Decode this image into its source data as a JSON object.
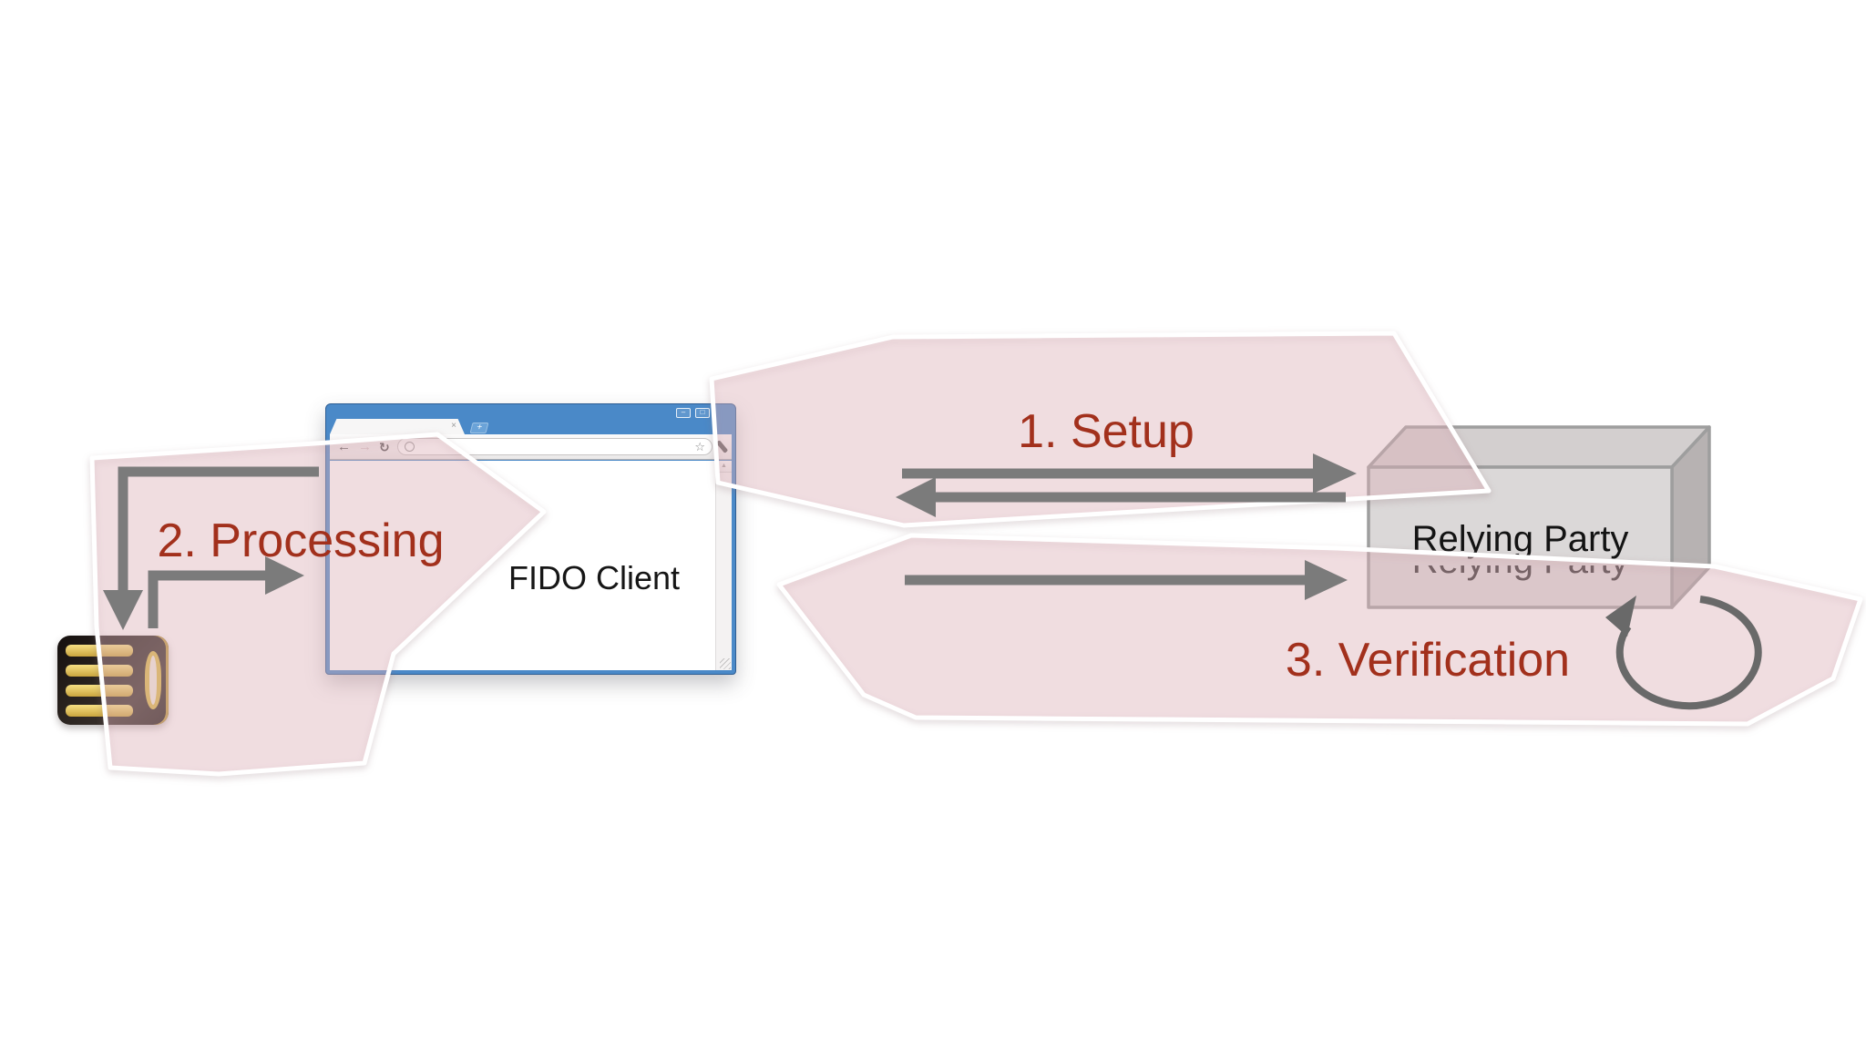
{
  "labels": {
    "step1": "1. Setup",
    "step2": "2. Processing",
    "step3": "3. Verification",
    "fido_client": "FIDO Client",
    "relying_party": "Relying Party"
  },
  "browser": {
    "window_controls": {
      "minimize": "–",
      "maximize": "□"
    },
    "tab_close": "×",
    "new_tab": "+",
    "back": "←",
    "forward": "→",
    "refresh": "↻",
    "bookmark_star": "☆",
    "scroll_up": "▲"
  },
  "icons": {
    "authenticator": "usb-security-key",
    "server": "relying-party-3d-box",
    "loop": "self-verification-loop-arrow"
  },
  "colors": {
    "step_label_red": "#A2301C",
    "arrow_gray": "#7B7B7B",
    "highlight_pink": "#F8ECEF",
    "chrome_blue": "#4A89C8",
    "box_face_gray": "#DBD8D8",
    "box_side_gray": "#B7B2B2",
    "usb_gold": "#E8C85E"
  }
}
